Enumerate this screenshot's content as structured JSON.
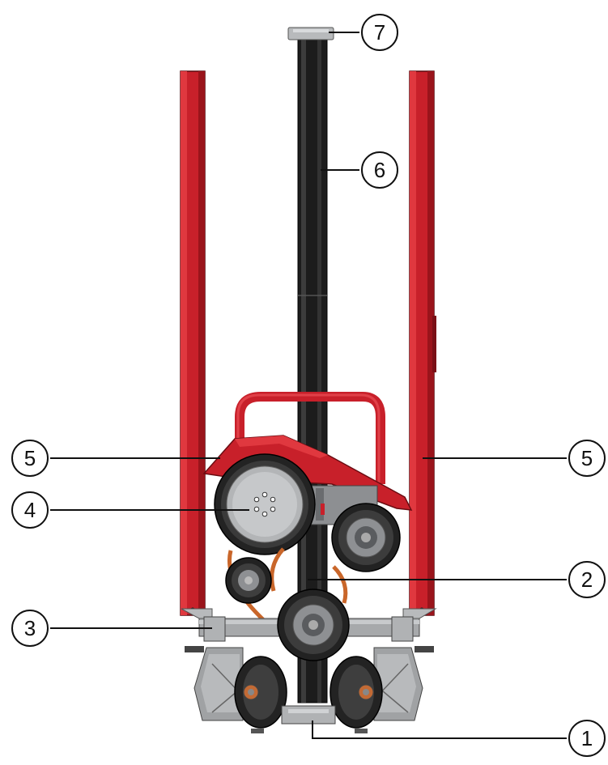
{
  "callouts": {
    "c1": "1",
    "c2": "2",
    "c3": "3",
    "c4": "4",
    "c5_left": "5",
    "c5_right": "5",
    "c6": "6",
    "c7": "7"
  },
  "colors": {
    "red_frame": "#c8202a",
    "dark_red": "#8e1219",
    "column_black": "#1c1c1c",
    "steel_gray": "#a7a9ab",
    "dark_gray": "#555555",
    "tire_black": "#222222",
    "callout_stroke": "#111111"
  }
}
